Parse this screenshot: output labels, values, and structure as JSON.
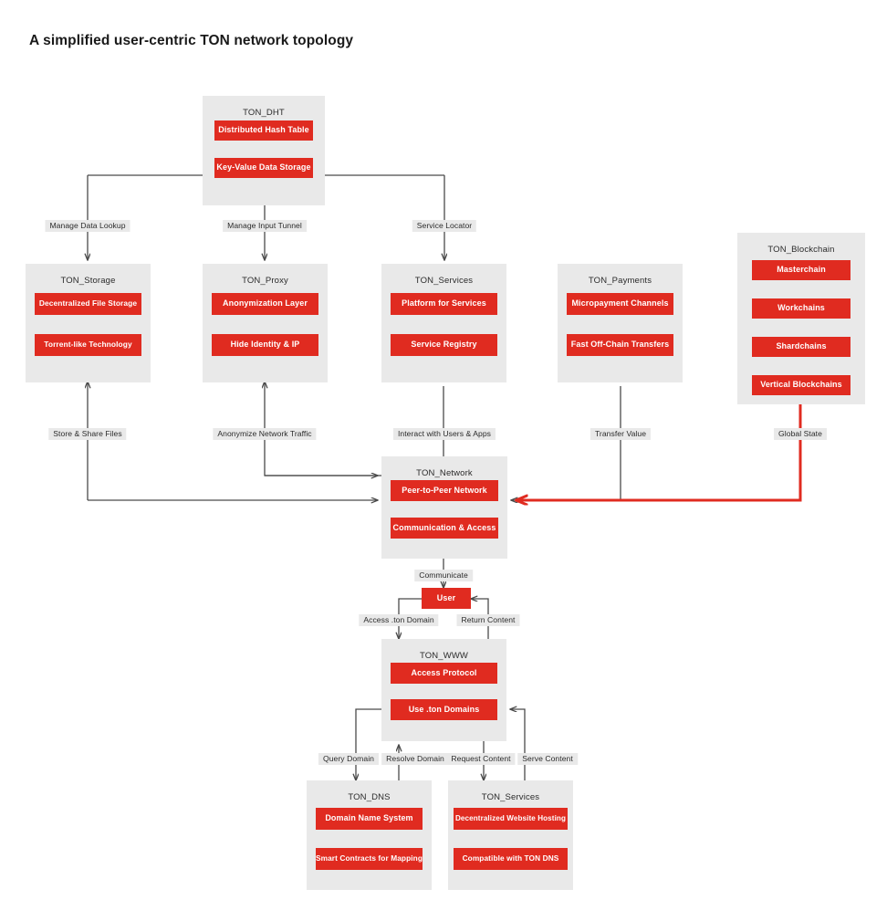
{
  "title": "A simplified user-centric TON network topology",
  "colors": {
    "node_red": "#e02b20",
    "group_bg": "#e9e9e9",
    "edge_gray": "#4a4a4a",
    "edge_red": "#e02b20",
    "text_dark": "#2b2b2b",
    "page_bg": "#ffffff"
  },
  "groups": [
    {
      "id": "ton_dht",
      "title": "TON_DHT",
      "nodes": [
        "Distributed Hash Table",
        "Key-Value Data Storage"
      ]
    },
    {
      "id": "ton_storage",
      "title": "TON_Storage",
      "nodes": [
        "Decentralized File Storage",
        "Torrent-like Technology"
      ]
    },
    {
      "id": "ton_proxy",
      "title": "TON_Proxy",
      "nodes": [
        "Anonymization Layer",
        "Hide Identity & IP"
      ]
    },
    {
      "id": "ton_services",
      "title": "TON_Services",
      "nodes": [
        "Platform for Services",
        "Service Registry"
      ]
    },
    {
      "id": "ton_payments",
      "title": "TON_Payments",
      "nodes": [
        "Micropayment Channels",
        "Fast Off-Chain Transfers"
      ]
    },
    {
      "id": "ton_blockchain",
      "title": "TON_Blockchain",
      "nodes": [
        "Masterchain",
        "Workchains",
        "Shardchains",
        "Vertical Blockchains"
      ]
    },
    {
      "id": "ton_network",
      "title": "TON_Network",
      "nodes": [
        "Peer-to-Peer Network",
        "Communication & Access"
      ]
    },
    {
      "id": "ton_www",
      "title": "TON_WWW",
      "nodes": [
        "Access Protocol",
        "Use .ton Domains"
      ]
    },
    {
      "id": "ton_dns",
      "title": "TON_DNS",
      "nodes": [
        "Domain Name System",
        "Smart Contracts for Mapping"
      ]
    },
    {
      "id": "ton_services_web",
      "title": "TON_Services",
      "nodes": [
        "Decentralized Website Hosting",
        "Compatible with TON DNS"
      ]
    }
  ],
  "standalone_nodes": [
    {
      "id": "user",
      "label": "User"
    }
  ],
  "edge_labels": [
    {
      "id": "manage-data-lookup",
      "text": "Manage Data Lookup"
    },
    {
      "id": "manage-input-tunnel",
      "text": "Manage Input Tunnel"
    },
    {
      "id": "service-locator",
      "text": "Service Locator"
    },
    {
      "id": "store-share-files",
      "text": "Store & Share Files"
    },
    {
      "id": "anonymize-network-traffic",
      "text": "Anonymize Network Traffic"
    },
    {
      "id": "interact-with-users-apps",
      "text": "Interact with Users & Apps"
    },
    {
      "id": "transfer-value",
      "text": "Transfer Value"
    },
    {
      "id": "global-state",
      "text": "Global State"
    },
    {
      "id": "communicate",
      "text": "Communicate"
    },
    {
      "id": "access-ton-domain",
      "text": "Access .ton Domain"
    },
    {
      "id": "return-content",
      "text": "Return Content"
    },
    {
      "id": "query-domain",
      "text": "Query Domain"
    },
    {
      "id": "resolve-domain",
      "text": "Resolve Domain"
    },
    {
      "id": "request-content",
      "text": "Request Content"
    },
    {
      "id": "serve-content",
      "text": "Serve Content"
    }
  ]
}
